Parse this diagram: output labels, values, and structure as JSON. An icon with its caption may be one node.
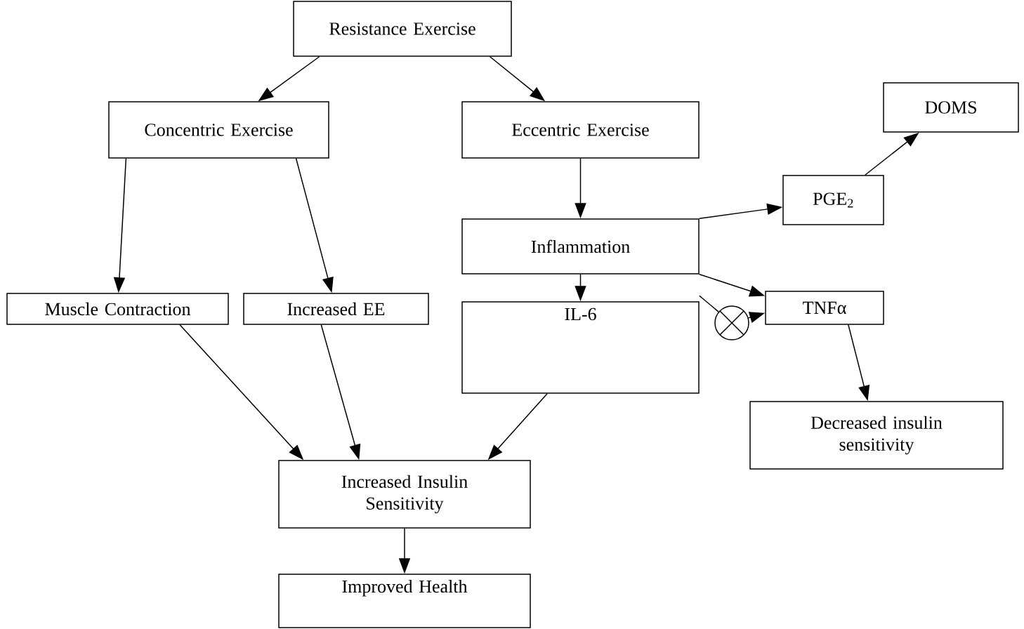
{
  "diagram": {
    "nodes": [
      {
        "text": [
          "Resistance Exercise"
        ]
      },
      {
        "text": [
          "Concentric Exercise"
        ]
      },
      {
        "text": [
          "Eccentric Exercise"
        ]
      },
      {
        "text": [
          "DOMS"
        ]
      },
      {
        "text": [
          "PGE$_{2}$"
        ]
      },
      {
        "text": [
          "Inflammation"
        ]
      },
      {
        "text": [
          "Muscle Contraction"
        ]
      },
      {
        "text": [
          "Increased EE"
        ]
      },
      {
        "text": [
          "TNFα"
        ]
      },
      {
        "text": [],
        "shape": "circle"
      },
      {
        "text": [
          "IL-6"
        ]
      },
      {
        "text": [
          "Decreased insulin sensitivity"
        ]
      },
      {
        "text": [
          "Increased Insulin Sensitivity"
        ]
      },
      {
        "text": [
          "Improved Health"
        ]
      }
    ],
    "edges": [
      {
        "from": 0,
        "to": 1,
        "arrow": "to"
      },
      {
        "from": 0,
        "to": 2,
        "arrow": "to"
      },
      {
        "from": 1,
        "to": 6,
        "arrow": "to"
      },
      {
        "from": 1,
        "to": 7,
        "arrow": "to"
      },
      {
        "from": 2,
        "to": 5,
        "arrow": "to"
      },
      {
        "from": 5,
        "to": 4,
        "arrow": "to"
      },
      {
        "from": 5,
        "to": 8,
        "arrow": "to"
      },
      {
        "from": 4,
        "to": 3,
        "arrow": "to"
      },
      {
        "from": 5,
        "to": 10,
        "arrow": "to"
      },
      {
        "from": 10,
        "to": 9,
        "arrow": "none"
      },
      {
        "from": 9,
        "to": 8,
        "arrow": "to"
      },
      {
        "from": 8,
        "to": 11,
        "arrow": "to"
      },
      {
        "from": 6,
        "to": 12,
        "arrow": "to"
      },
      {
        "from": 7,
        "to": 12,
        "arrow": "to"
      },
      {
        "from": 10,
        "to": 12,
        "arrow": "to"
      },
      {
        "from": 12,
        "to": 13,
        "arrow": "to"
      }
    ]
  }
}
